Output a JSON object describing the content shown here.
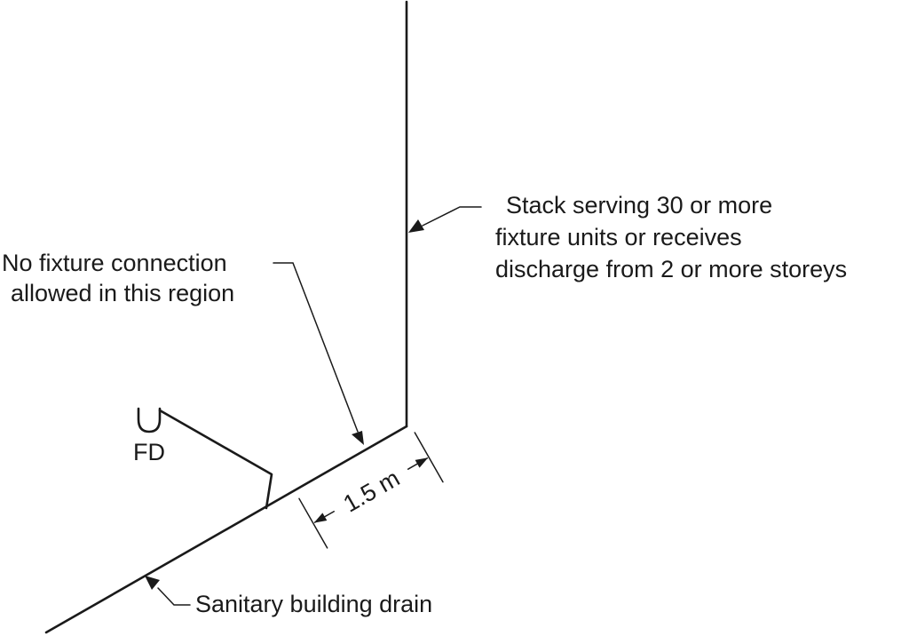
{
  "labels": {
    "stack_line1": "Stack  serving 30 or more",
    "stack_line2": "fixture units or receives",
    "stack_line3": "discharge from 2 or more storeys",
    "no_fixture_line1": "No fixture connection",
    "no_fixture_line2": "allowed in this region",
    "fd": "FD",
    "dimension": "1.5 m",
    "drain": "Sanitary building drain"
  }
}
